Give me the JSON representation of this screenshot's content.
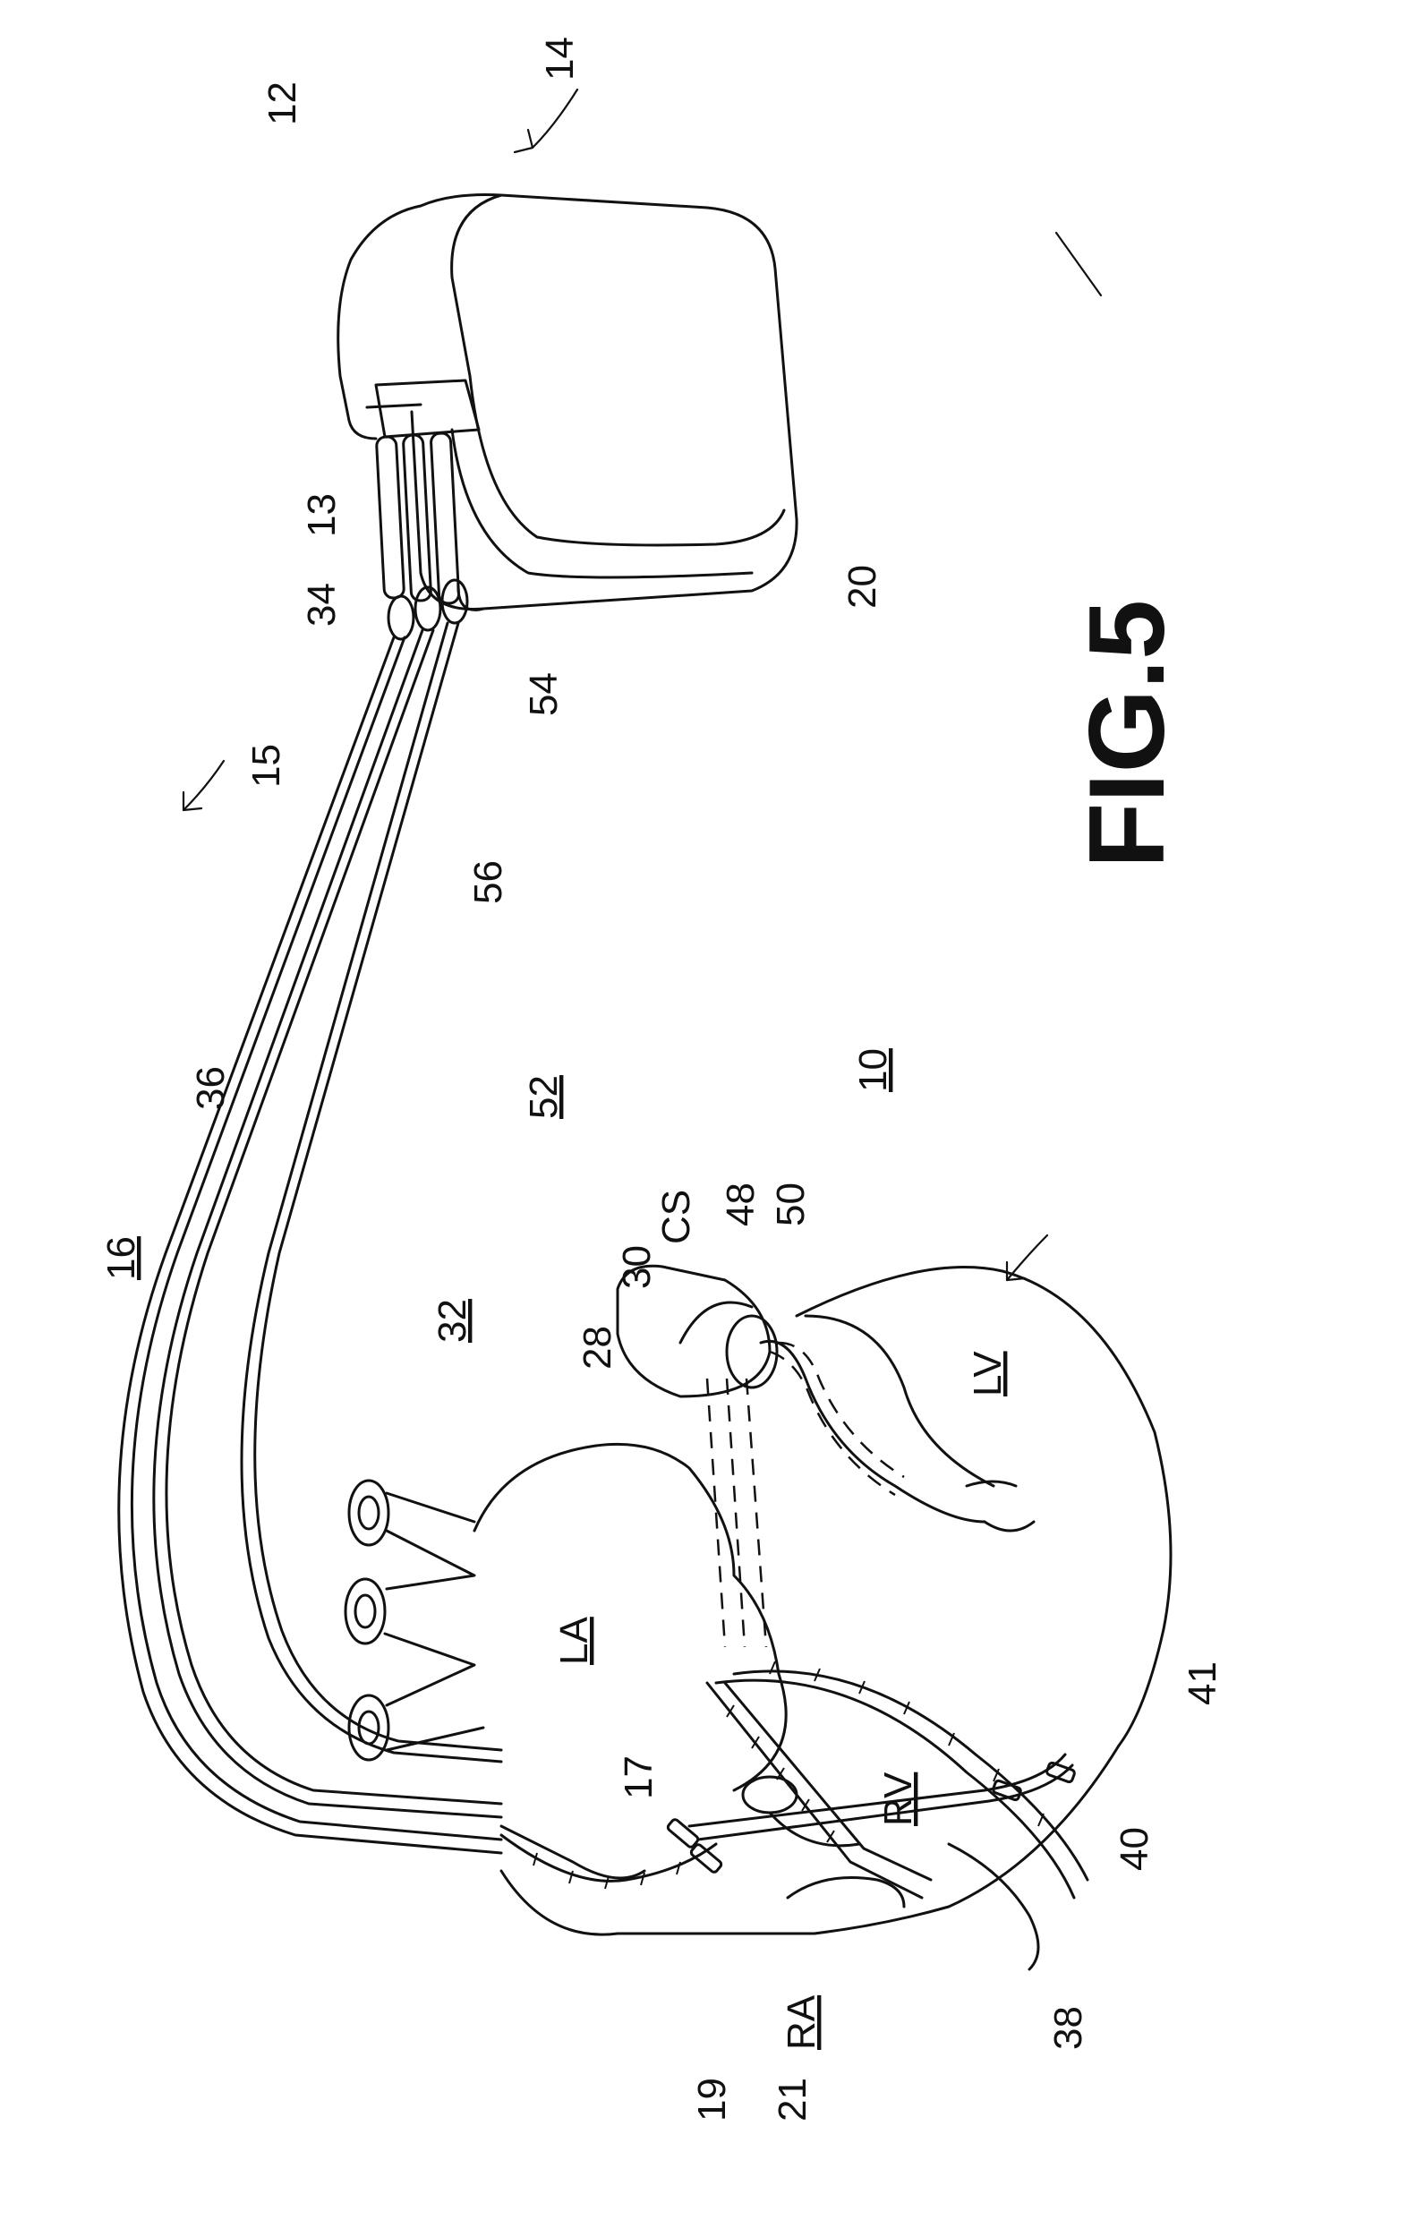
{
  "figure": {
    "caption": "FIG.5"
  },
  "labels": {
    "n14": "14",
    "n12": "12",
    "n13": "13",
    "n34": "34",
    "n54": "54",
    "n20": "20",
    "n15": "15",
    "n56": "56",
    "n36": "36",
    "n52": "52",
    "n16": "16",
    "n32": "32",
    "n10": "10",
    "n28": "28",
    "n30": "30",
    "cs": "CS",
    "n48": "48",
    "n50": "50",
    "lv": "LV",
    "la": "LA",
    "n17": "17",
    "rv": "RV",
    "n41": "41",
    "n40": "40",
    "n38": "38",
    "ra": "RA",
    "n19": "19",
    "n21": "21"
  }
}
